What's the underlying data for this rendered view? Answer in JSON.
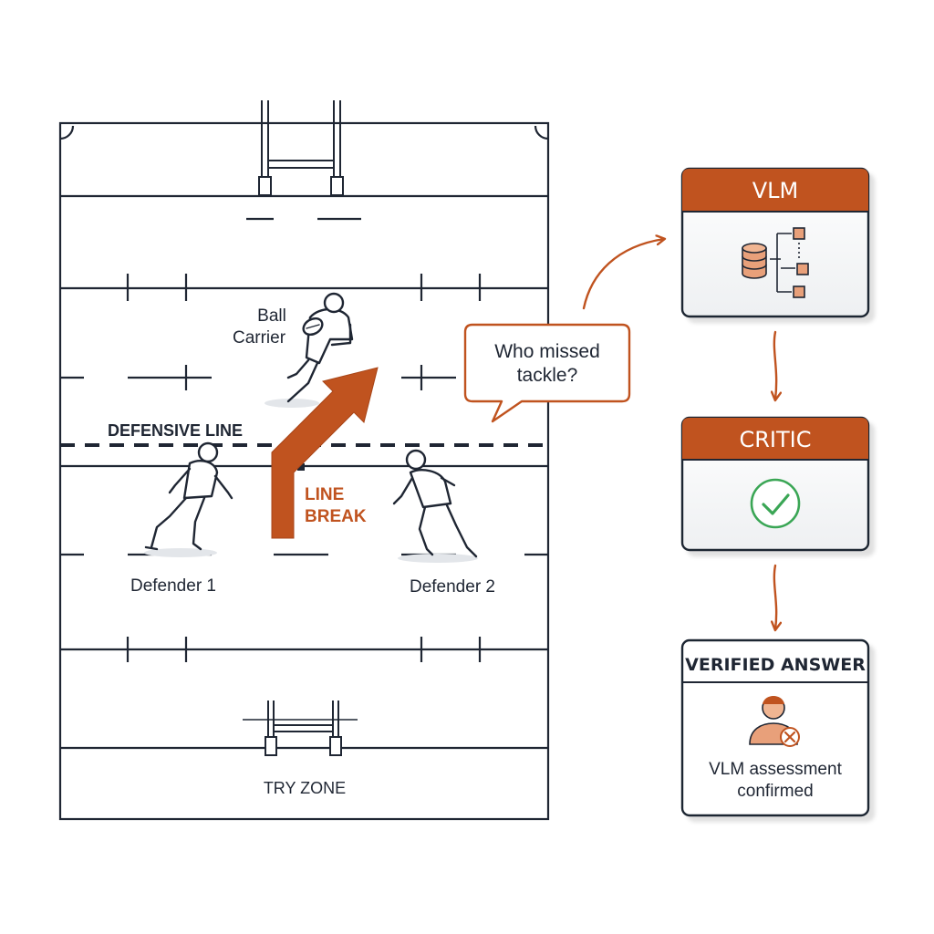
{
  "field": {
    "label_ball_carrier_line1": "Ball",
    "label_ball_carrier_line2": "Carrier",
    "label_defensive_line": "DEFENSIVE LINE",
    "label_line_break_line1": "LINE",
    "label_line_break_line2": "BREAK",
    "label_defender_1": "Defender 1",
    "label_defender_2": "Defender 2",
    "label_try_zone": "TRY ZONE"
  },
  "speech_bubble": {
    "line1": "Who missed",
    "line2": "tackle?"
  },
  "pipeline": {
    "vlm_title": "VLM",
    "critic_title": "CRITIC",
    "answer_title": "VERIFIED ANSWER",
    "answer_line1": "VLM assessment",
    "answer_line2": "confirmed"
  },
  "colors": {
    "accent": "#c0531f",
    "ink": "#1f2633",
    "check": "#3aa655",
    "cross": "#c0531f"
  },
  "icons": {
    "vlm": "database-network-icon",
    "critic": "check-circle-icon",
    "answer": "user-cross-icon"
  }
}
